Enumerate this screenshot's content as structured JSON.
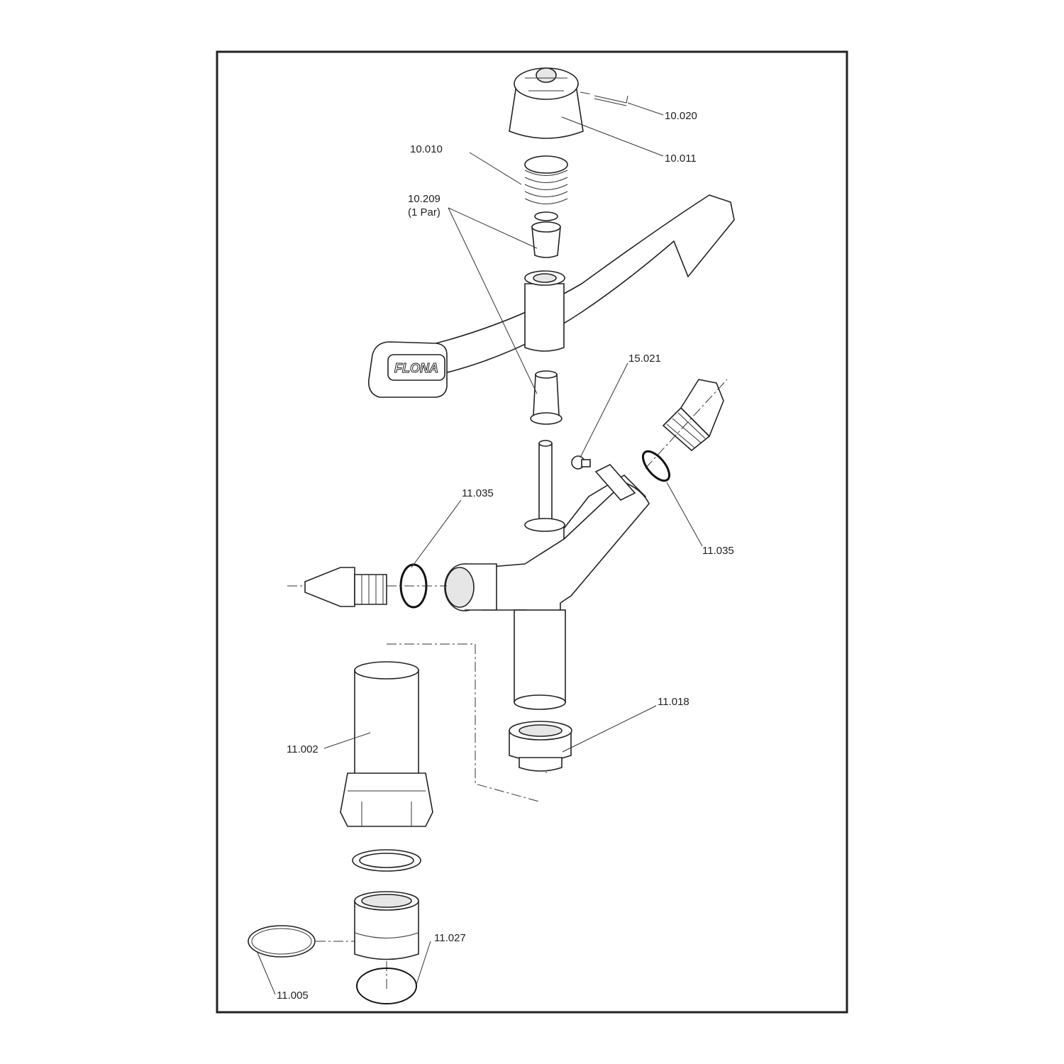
{
  "logo_text": "FLONA",
  "labels": {
    "l10020": "10.020",
    "l10011": "10.011",
    "l10010": "10.010",
    "l10209": "10.209",
    "l10209b": "(1 Par)",
    "l15021": "15.021",
    "l11035a": "11.035",
    "l11035b": "11.035",
    "l11018": "11.018",
    "l11002": "11.002",
    "l11027": "11.027",
    "l11005": "11.005"
  }
}
